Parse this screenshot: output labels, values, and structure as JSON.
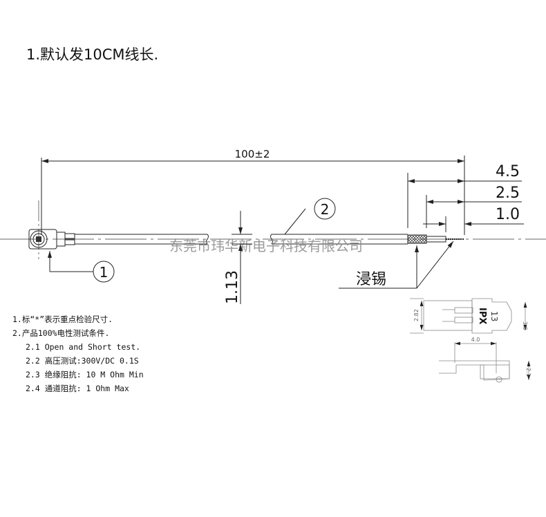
{
  "title": "1.默认发10CM线长.",
  "dimensions": {
    "overall_length": "100±2",
    "strip_4_5": "4.5",
    "strip_2_5": "2.5",
    "strip_1_0": "1.0",
    "cable_diameter": "1.13"
  },
  "balloons": [
    "1",
    "2"
  ],
  "tin_dip_label": "浸锡",
  "watermark": "东莞市玮华新电子科技有限公司",
  "notes": [
    "1.标“*”表示重点检验尺寸.",
    "2.产品100%电性测试条件.",
    "2.1 Open and Short test.",
    "2.2 高压测试:300V/DC 0.1S",
    "2.3 绝缘阻抗: 10 M Ohm Min",
    "2.4 通道阻抗: 1 Ohm Max"
  ],
  "connector_detail": {
    "brand": "IPX",
    "model": "13",
    "dim_width": "2.82",
    "dim_height": "3.0",
    "dim_length": "4.0",
    "dim_thickness": "2.1"
  }
}
